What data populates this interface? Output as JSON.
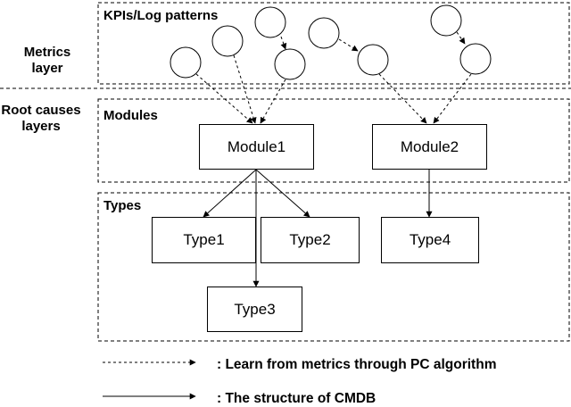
{
  "left_labels": {
    "metrics": "Metrics\nlayer",
    "root_causes": "Root causes\nlayers"
  },
  "groups": {
    "kpis": "KPIs/Log patterns",
    "modules": "Modules",
    "types": "Types"
  },
  "nodes": {
    "module1": "Module1",
    "module2": "Module2",
    "type1": "Type1",
    "type2": "Type2",
    "type3": "Type3",
    "type4": "Type4"
  },
  "legend": {
    "dashed": ": Learn from metrics through PC algorithm",
    "solid": ": The structure of CMDB"
  }
}
